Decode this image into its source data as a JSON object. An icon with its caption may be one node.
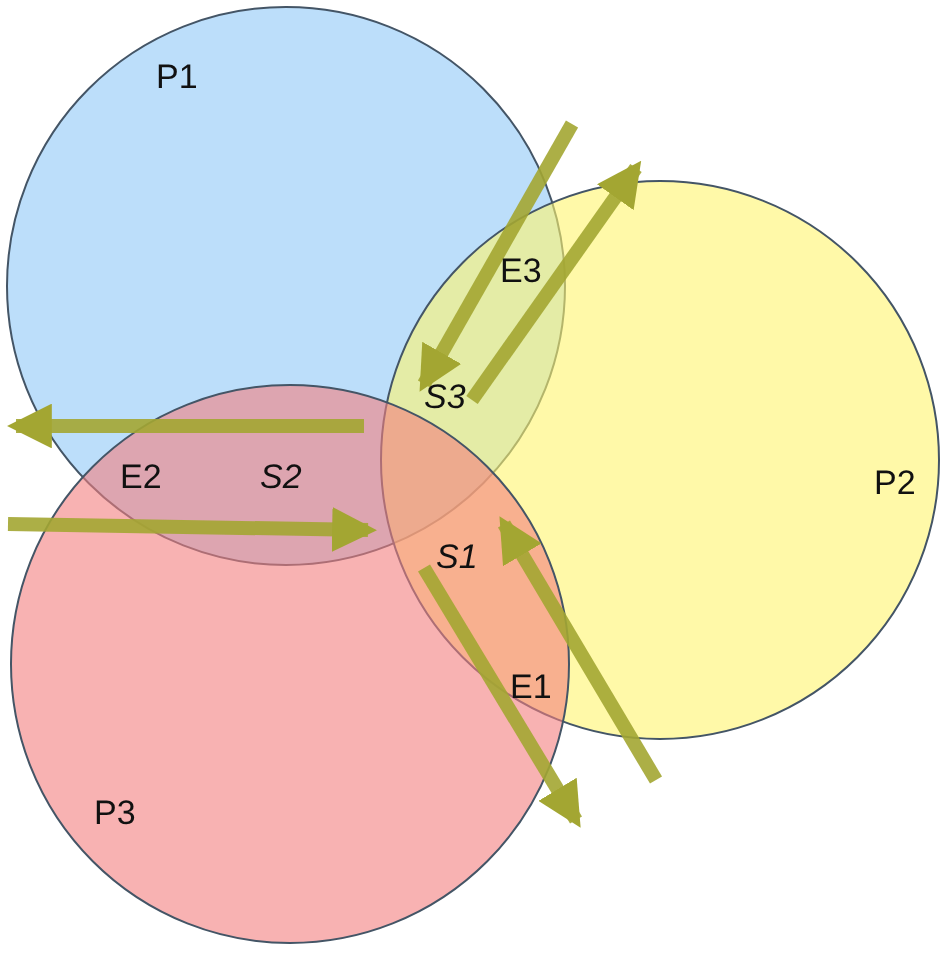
{
  "diagram": {
    "nodes": [
      {
        "text": [
          "P1"
        ]
      },
      {
        "text": [
          "P2"
        ]
      },
      {
        "text": [
          "P3"
        ]
      }
    ],
    "edges": [
      {
        "from": 0,
        "to": 1,
        "arrow": "to"
      },
      {
        "from": 1,
        "to": 2,
        "arrow": "to"
      }
    ],
    "labels": [
      "E3",
      "S3",
      "E2",
      "S2",
      "S1",
      "E1"
    ]
  }
}
